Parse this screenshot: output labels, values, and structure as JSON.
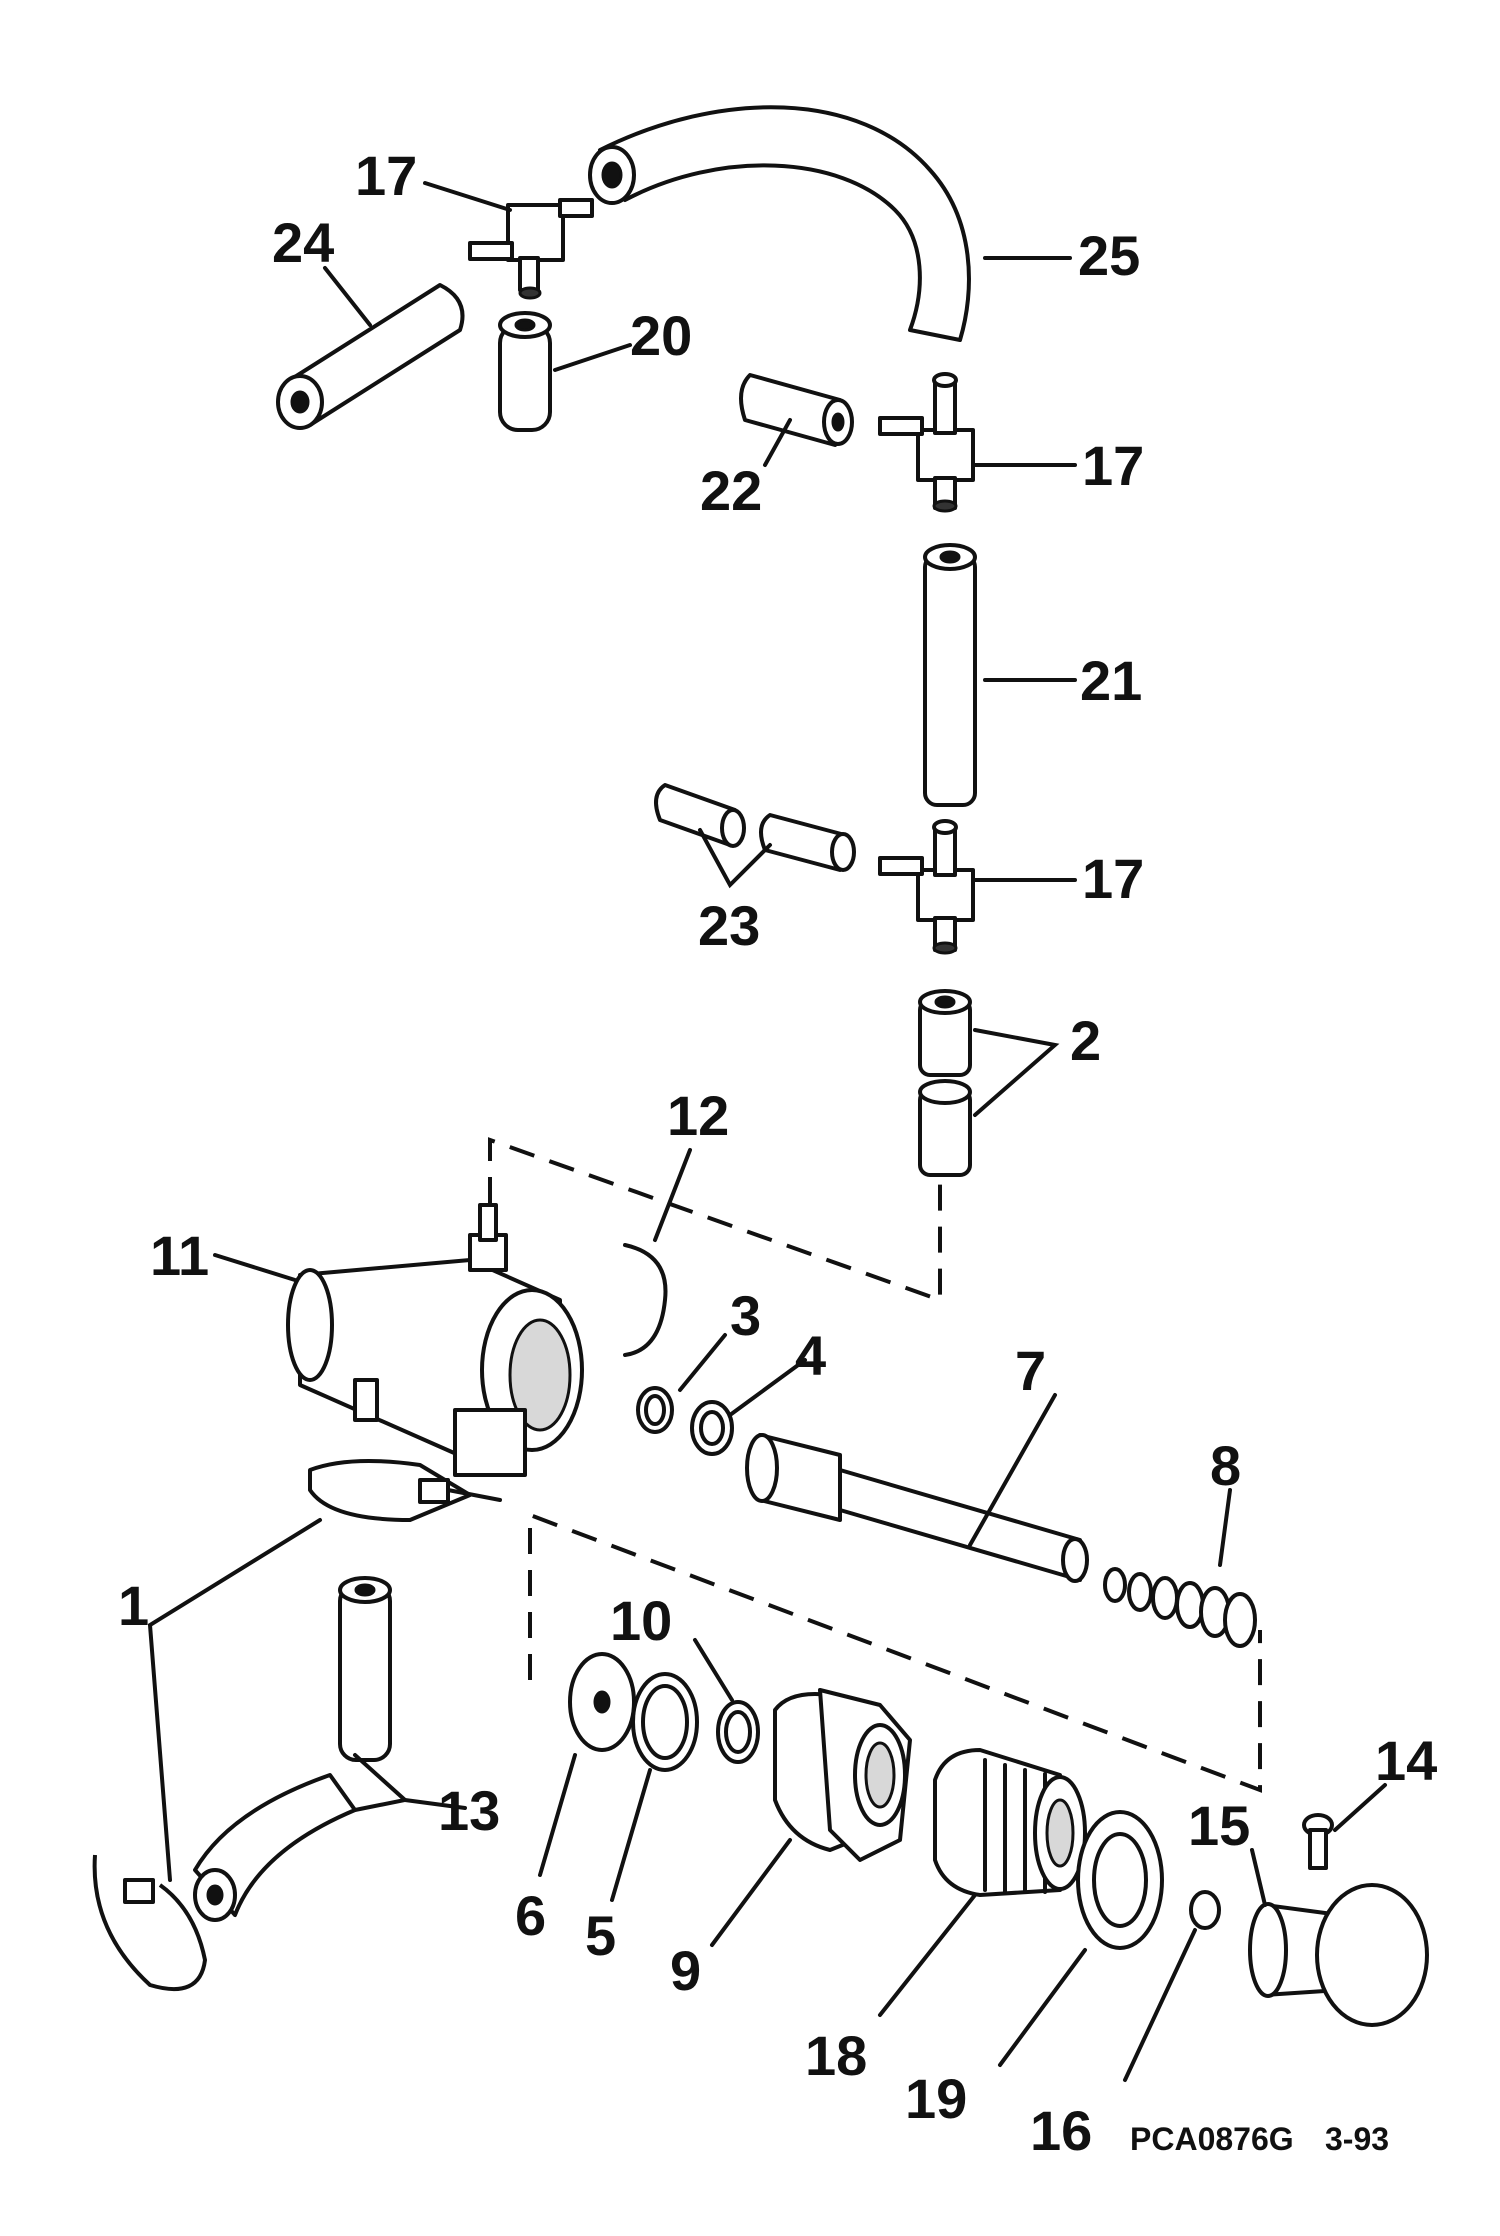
{
  "callouts": {
    "c1": "1",
    "c2": "2",
    "c3": "3",
    "c4": "4",
    "c5": "5",
    "c6": "6",
    "c7": "7",
    "c8": "8",
    "c9": "9",
    "c10": "10",
    "c11": "11",
    "c12": "12",
    "c13": "13",
    "c14": "14",
    "c15": "15",
    "c16": "16",
    "c17a": "17",
    "c17b": "17",
    "c17c": "17",
    "c18": "18",
    "c19": "19",
    "c20": "20",
    "c21": "21",
    "c22": "22",
    "c23": "23",
    "c24": "24",
    "c25": "25"
  },
  "footer": {
    "part_code": "PCA0876G",
    "date_code": "3-93"
  }
}
